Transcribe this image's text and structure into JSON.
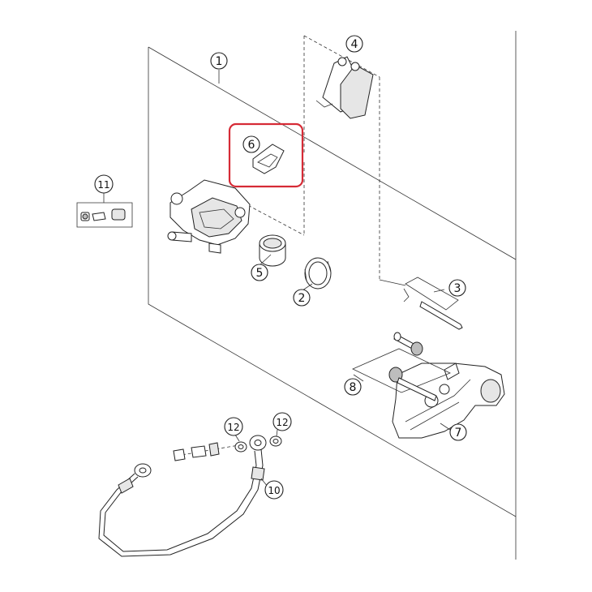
{
  "callouts": [
    {
      "id": "c1",
      "label": "1"
    },
    {
      "id": "c2",
      "label": "2"
    },
    {
      "id": "c3",
      "label": "3"
    },
    {
      "id": "c4",
      "label": "4"
    },
    {
      "id": "c5",
      "label": "5"
    },
    {
      "id": "c6",
      "label": "6"
    },
    {
      "id": "c7",
      "label": "7"
    },
    {
      "id": "c8",
      "label": "8"
    },
    {
      "id": "c10",
      "label": "10"
    },
    {
      "id": "c11",
      "label": "11"
    },
    {
      "id": "c12a",
      "label": "12"
    },
    {
      "id": "c12b",
      "label": "12"
    }
  ],
  "highlight": {
    "color": "#d62b36",
    "target": "6"
  }
}
